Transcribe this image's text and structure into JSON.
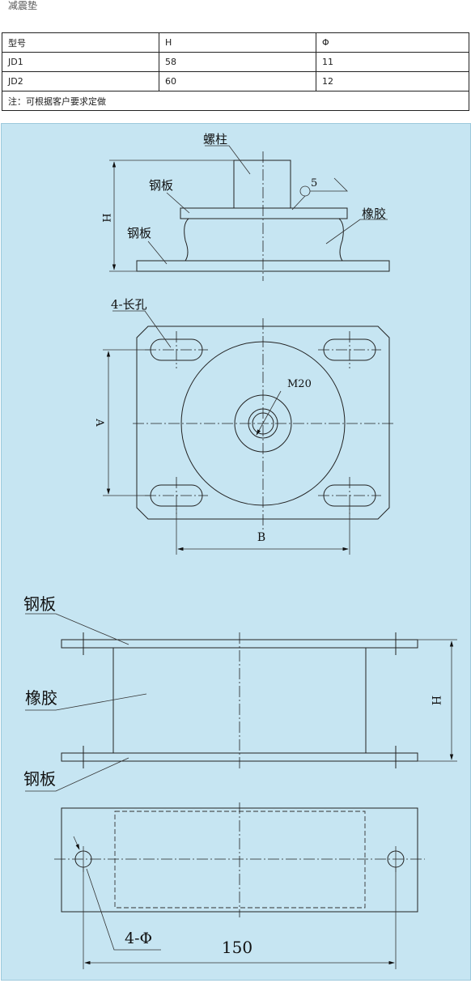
{
  "title": "减震垫",
  "table": {
    "headers": [
      "型号",
      "H",
      "Φ"
    ],
    "rows": [
      [
        "JD1",
        "58",
        "11"
      ],
      [
        "JD2",
        "60",
        "12"
      ]
    ],
    "note": "注：可根据客户要求定做"
  },
  "drawing": {
    "background_color": "#c6e5f2",
    "view1": {
      "label_bolt": "螺柱",
      "label_plate_top": "钢板",
      "label_plate_bottom": "钢板",
      "label_rubber": "橡胶",
      "dim_h": "H",
      "mark_5": "5"
    },
    "view2": {
      "label_slots": "4-长孔",
      "label_thread": "M20",
      "dim_a": "A",
      "dim_b": "B"
    },
    "view3": {
      "label_plate_top": "钢板",
      "label_rubber": "橡胶",
      "label_plate_bottom": "钢板",
      "dim_h": "H"
    },
    "view4": {
      "label_holes": "4-Φ",
      "dim_150": "150"
    }
  }
}
